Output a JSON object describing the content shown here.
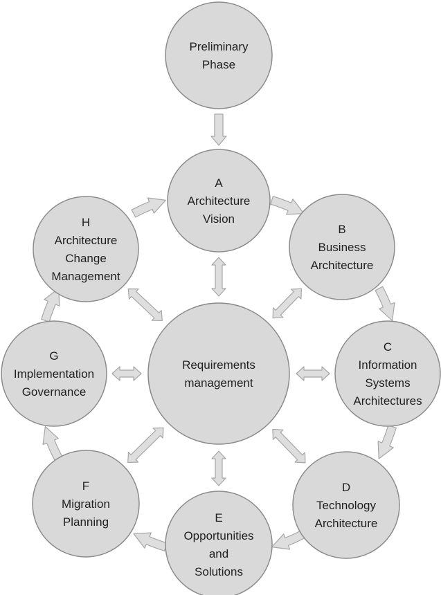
{
  "nodes": [
    {
      "id": "preliminary",
      "lines": [
        "Preliminary",
        "Phase"
      ]
    },
    {
      "id": "a",
      "lines": [
        "A",
        "Architecture",
        "Vision"
      ]
    },
    {
      "id": "b",
      "lines": [
        "B",
        "Business",
        "Architecture"
      ]
    },
    {
      "id": "c",
      "lines": [
        "C",
        "Information",
        "Systems",
        "Architectures"
      ]
    },
    {
      "id": "d",
      "lines": [
        "D",
        "Technology",
        "Architecture"
      ]
    },
    {
      "id": "e",
      "lines": [
        "E",
        "Opportunities",
        "and",
        "Solutions"
      ]
    },
    {
      "id": "f",
      "lines": [
        "F",
        "Migration",
        "Planning"
      ]
    },
    {
      "id": "g",
      "lines": [
        "G",
        "Implementation",
        "Governance"
      ]
    },
    {
      "id": "h",
      "lines": [
        "H",
        "Architecture",
        "Change",
        "Management"
      ]
    },
    {
      "id": "requirements",
      "lines": [
        "Requirements",
        "management"
      ]
    }
  ],
  "flow": [
    "preliminary",
    "a",
    "b",
    "c",
    "d",
    "e",
    "f",
    "g",
    "h",
    "a"
  ],
  "links_with_requirements": [
    "a",
    "b",
    "c",
    "d",
    "e",
    "f",
    "g",
    "h"
  ]
}
